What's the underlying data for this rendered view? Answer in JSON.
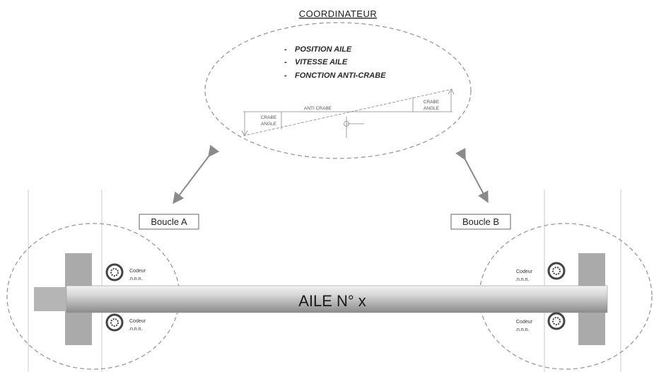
{
  "coordinator": {
    "title": "COORDINATEUR",
    "items": [
      {
        "dash": "-",
        "text": "POSITION AILE"
      },
      {
        "dash": "-",
        "text": "VITESSE AILE"
      },
      {
        "dash": "-",
        "text": "FONCTION ANTI-CRABE"
      }
    ],
    "anti_crab_label": "ANTI CRABE",
    "crab_angle_left": [
      "CRABE",
      "ANGLE"
    ],
    "crab_angle_right": [
      "CRABE",
      "ANGLE"
    ]
  },
  "loops": {
    "a": "Boucle A",
    "b": "Boucle B"
  },
  "wing_label": "AILE  N° x",
  "encoders": {
    "label": "Codeur",
    "sublabel": ".n.n.n."
  }
}
